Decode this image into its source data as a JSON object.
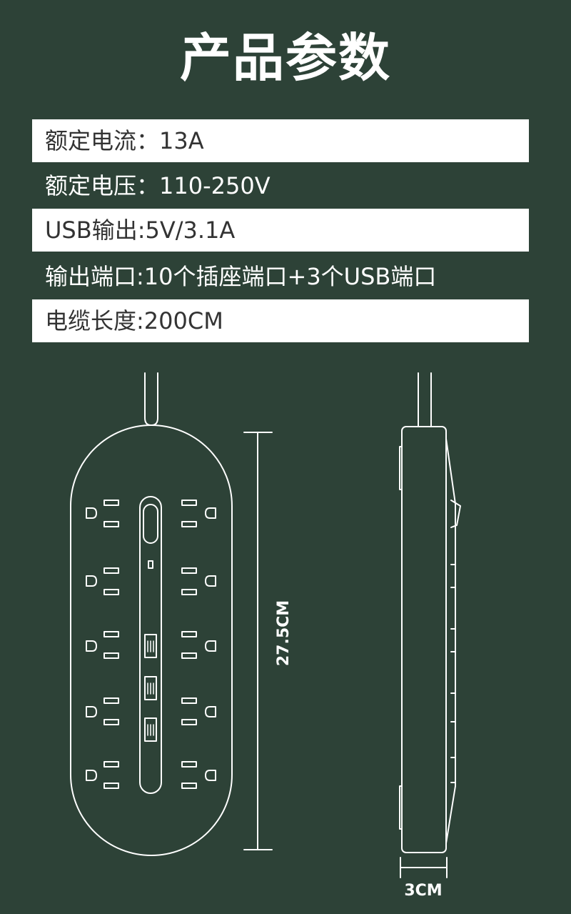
{
  "title": "产品参数",
  "specs": [
    "额定电流：13A",
    "额定电压：110-250V",
    "USB输出:5V/3.1A",
    "输出端口:10个插座端口+3个USB端口",
    "电缆长度:200CM"
  ],
  "dimensions": {
    "length_label": "27.5CM",
    "width_label": "3CM"
  },
  "colors": {
    "background": "#2d4237",
    "row_light": "#ffffff",
    "text_dark": "#333333",
    "line": "#ffffff"
  }
}
